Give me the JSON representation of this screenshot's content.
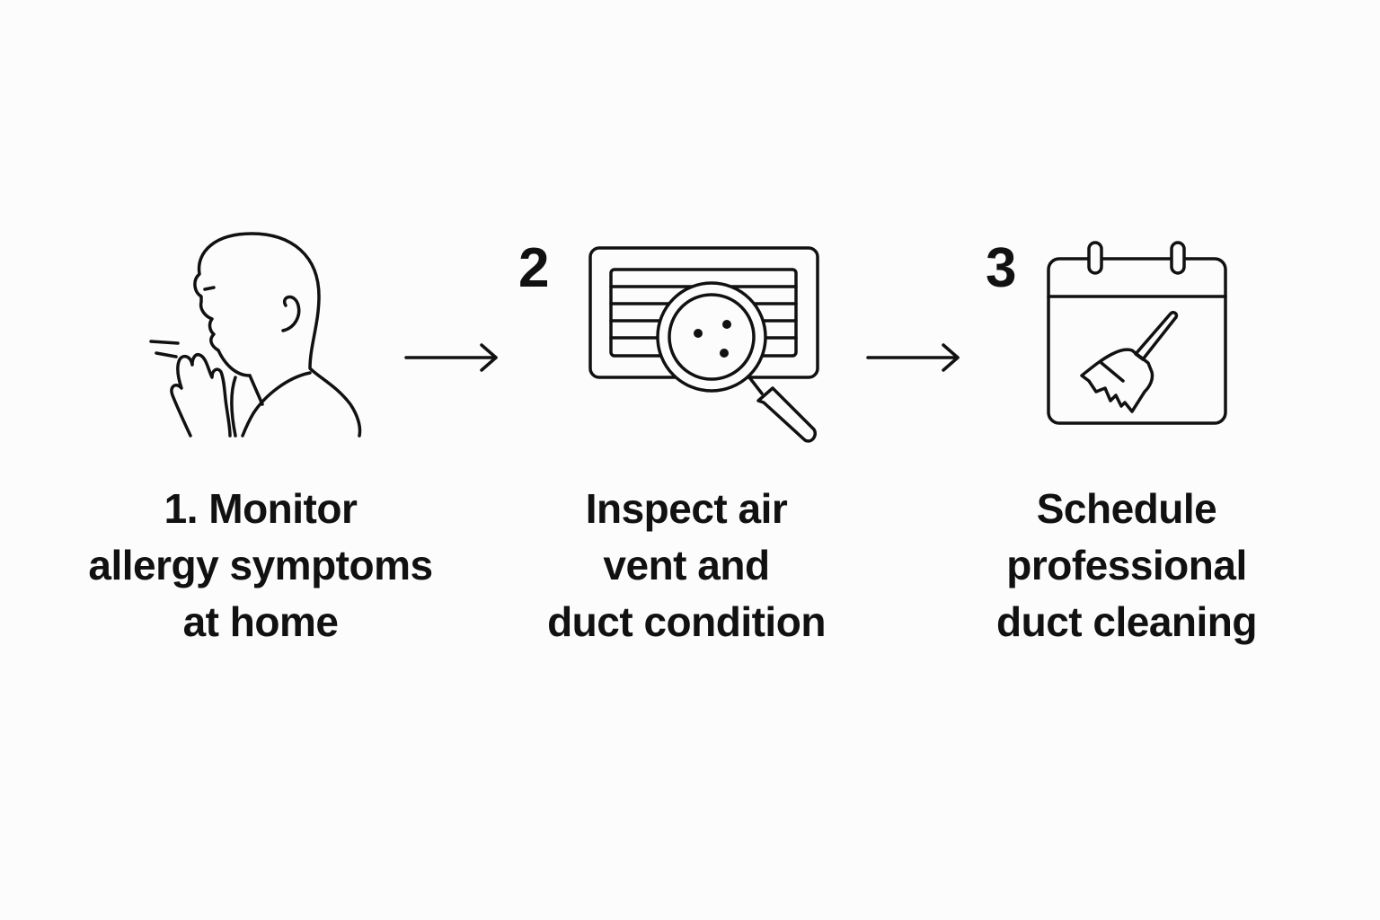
{
  "steps": [
    {
      "number": "",
      "icon": "person-sneezing-icon",
      "lines": [
        "1. Monitor",
        "allergy symptoms",
        "at home"
      ]
    },
    {
      "number": "2",
      "icon": "vent-magnifier-icon",
      "lines": [
        "Inspect air",
        "vent and",
        "duct condition"
      ]
    },
    {
      "number": "3",
      "icon": "calendar-broom-icon",
      "lines": [
        "Schedule",
        "professional",
        "duct cleaning"
      ]
    }
  ],
  "colors": {
    "background": "#fcfcfc",
    "ink": "#111111"
  }
}
